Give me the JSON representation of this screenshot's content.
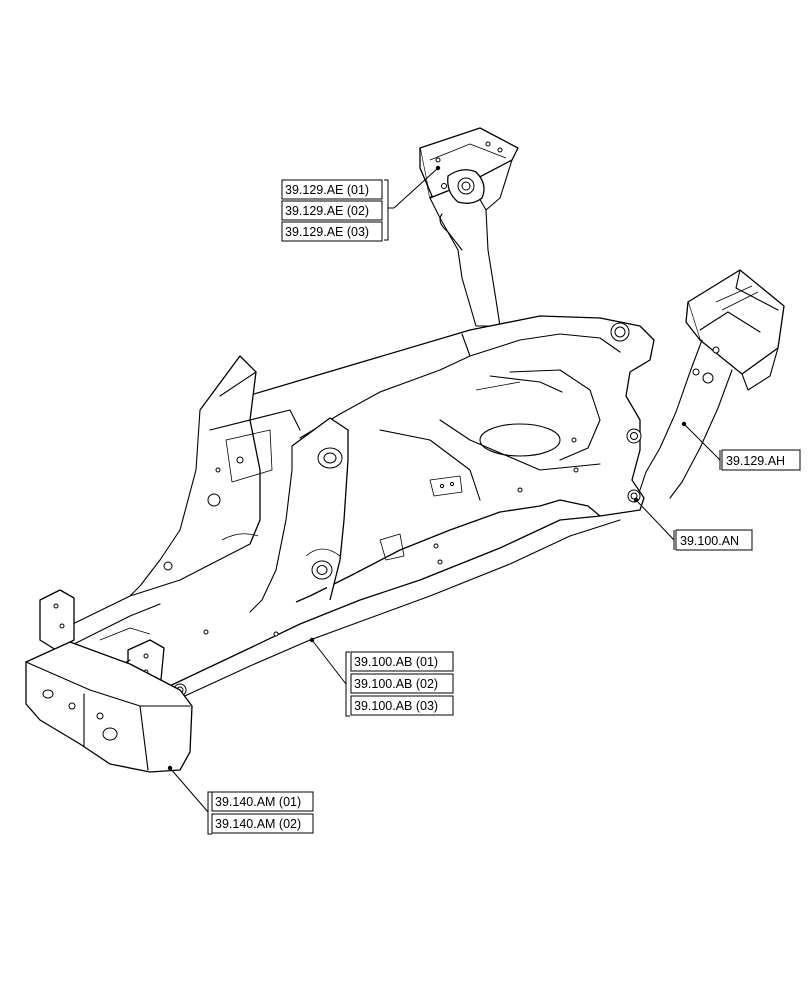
{
  "callouts": [
    {
      "id": "ae",
      "labels": [
        "39.129.AE (01)",
        "39.129.AE (02)",
        "39.129.AE (03)"
      ]
    },
    {
      "id": "ah",
      "labels": [
        "39.129.AH"
      ]
    },
    {
      "id": "an",
      "labels": [
        "39.100.AN"
      ]
    },
    {
      "id": "ab",
      "labels": [
        "39.100.AB (01)",
        "39.100.AB (02)",
        "39.100.AB (03)"
      ]
    },
    {
      "id": "am",
      "labels": [
        "39.140.AM (01)",
        "39.140.AM (02)"
      ]
    }
  ]
}
